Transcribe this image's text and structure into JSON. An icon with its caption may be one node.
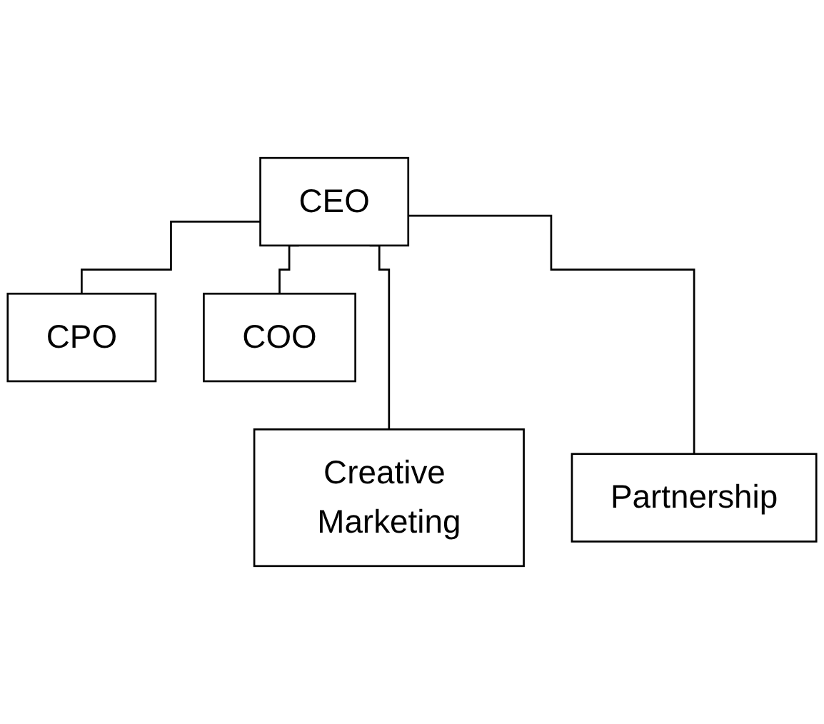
{
  "diagram": {
    "nodes": [
      {
        "text": [
          "CEO"
        ]
      },
      {
        "text": [
          "CPO"
        ]
      },
      {
        "text": [
          "COO"
        ]
      },
      {
        "text": [
          "Creative Marketing"
        ]
      },
      {
        "text": [
          "Partnership"
        ]
      }
    ],
    "edges": [
      {
        "from": 0,
        "to": 1,
        "arrow": "none"
      },
      {
        "from": 0,
        "to": 2,
        "arrow": "none"
      },
      {
        "from": 0,
        "to": 3,
        "arrow": "none"
      },
      {
        "from": 0,
        "to": 4,
        "arrow": "none"
      }
    ]
  }
}
